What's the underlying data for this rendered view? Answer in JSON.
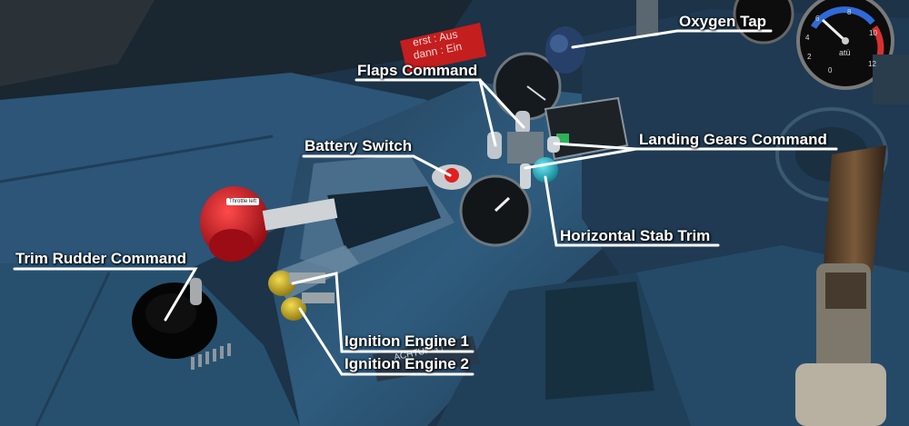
{
  "labels": {
    "oxygen_tap": "Oxygen Tap",
    "flaps_command": "Flaps Command",
    "battery_switch": "Battery Switch",
    "landing_gears_command": "Landing Gears Command",
    "horizontal_stab_trim": "Horizontal Stab Trim",
    "trim_rudder_command": "Trim Rudder Command",
    "ignition_engine_1": "Ignition Engine 1",
    "ignition_engine_2": "Ignition Engine 2"
  },
  "placards": {
    "warning_line1": "erst : Aus",
    "warning_line2": "dann : Ein",
    "tooltip": "Throttle left",
    "achtung": "ACHTUNG !",
    "gauge_unit": "atü",
    "gauge_ticks": [
      "0",
      "2",
      "4",
      "6",
      "8",
      "10",
      "12"
    ]
  },
  "colors": {
    "label_text": "#ffffff",
    "leader_line": "#ffffff",
    "panel_blue": "#2e5a7d",
    "warning_red": "#c41e1e",
    "throttle_red": "#c5101b",
    "ignition_yellow": "#d2b41c",
    "trim_cyan": "#23b4c8"
  }
}
